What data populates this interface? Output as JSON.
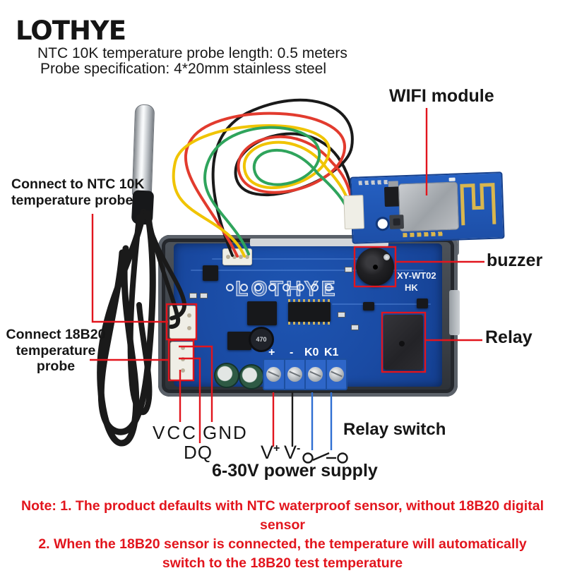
{
  "brand": "LOTHYE",
  "header": {
    "line1": "NTC 10K temperature probe length: 0.5 meters",
    "line2": "Probe specification: 4*20mm stainless steel"
  },
  "annotations": {
    "wifi": "WIFI module",
    "ntc": {
      "l1": "Connect to NTC 10K",
      "l2": "temperature probe"
    },
    "s18b20": {
      "l1": "Connect 18B20",
      "l2": "temperature",
      "l3": "probe"
    },
    "buzzer": "buzzer",
    "relay": "Relay",
    "vcc": "VCC",
    "gnd": "GND",
    "dq": "DQ",
    "v_plus_base": "V",
    "v_plus_sign": "+",
    "v_minus_base": "V",
    "v_minus_sign": "-",
    "relay_switch": "Relay switch",
    "power": "6-30V power supply"
  },
  "board": {
    "silkscreen": "LOTHYE",
    "model_line1": "XY-WT02",
    "model_line2": "HK",
    "inductor": "470",
    "terminals": [
      "+",
      "-",
      "K0",
      "K1"
    ]
  },
  "note": {
    "line1": "Note: 1. The product defaults with NTC waterproof sensor, without 18B20 digital sensor",
    "line2": "2. When the 18B20 sensor is connected, the temperature will automatically",
    "line3": "switch to the 18B20 test temperature"
  },
  "colors": {
    "annotation_red": "#e2151d",
    "k_line_blue": "#2f6fd2",
    "pcb_blue": "#1b4da8",
    "terminal_blue": "#2e66c8",
    "wire_red": "#e23b2e",
    "wire_yellow": "#f0c400",
    "wire_green": "#2fa45c",
    "wire_black": "#1a1a1a"
  }
}
